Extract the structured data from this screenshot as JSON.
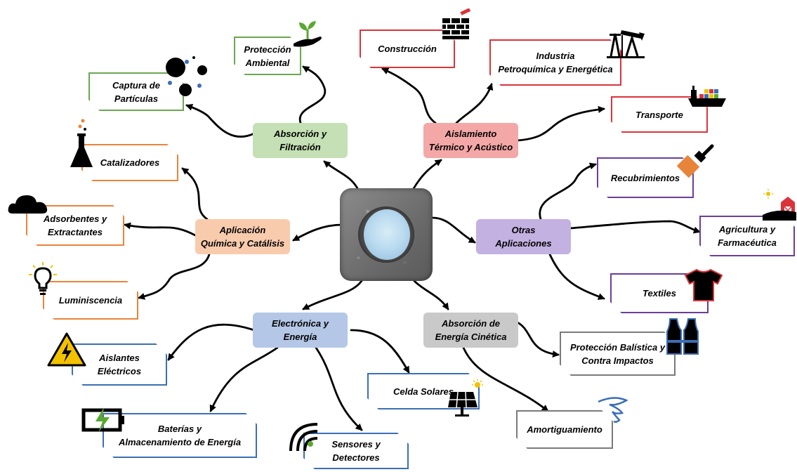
{
  "center": {
    "label": ""
  },
  "categories": {
    "absorcion_filtracion": "Absorción y\nFiltración",
    "aislamiento": "Aislamiento\nTérmico y Acústico",
    "otras": "Otras\nAplicaciones",
    "quimica": "Aplicación\nQuímica y Catálisis",
    "electronica": "Electrónica y\nEnergía",
    "cinetica": "Absorción de\nEnergía Cinética"
  },
  "applications": {
    "proteccion_ambiental": "Protección\nAmbiental",
    "captura_particulas": "Captura de\nPartículas",
    "construccion": "Construcción",
    "industria": "Industria\nPetroquímica y Energética",
    "transporte": "Transporte",
    "recubrimientos": "Recubrimientos",
    "agricultura": "Agricultura y\nFarmacéutica",
    "textiles": "Textiles",
    "catalizadores": "Catalizadores",
    "adsorbentes": "Adsorbentes y\nExtractantes",
    "luminiscencia": "Luminiscencia",
    "aislantes": "Aislantes\nEléctricos",
    "baterias": "Baterías y\nAlmacenamiento de Energía",
    "sensores": "Sensores y\nDetectores",
    "celda_solares": "Celda Solares",
    "proteccion_balistica": "Protección Balística y\nContra Impactos",
    "amortiguamiento": "Amortiguamiento"
  },
  "colors": {
    "green": "#6aa84f",
    "green_fill": "#c5e0b4",
    "red": "#d9343a",
    "red_fill": "#f4a7a7",
    "orange": "#e8843a",
    "orange_fill": "#f8cbad",
    "purple": "#6a3d9a",
    "purple_fill": "#c3b1e1",
    "blue": "#3b6eb5",
    "blue_fill": "#b4c7e7",
    "gray": "#7a7a7a",
    "gray_fill": "#c9c9c9"
  },
  "icons": [
    "plant-hand-icon",
    "particles-icon",
    "bricks-icon",
    "oil-pump-icon",
    "cargo-ship-icon",
    "paint-brush-icon",
    "barn-sun-icon",
    "tshirt-icon",
    "flask-icon",
    "cloud-icon",
    "light-bulb-icon",
    "high-voltage-icon",
    "battery-icon",
    "wireless-signal-icon",
    "solar-panel-icon",
    "vest-icon",
    "spring-icon"
  ]
}
